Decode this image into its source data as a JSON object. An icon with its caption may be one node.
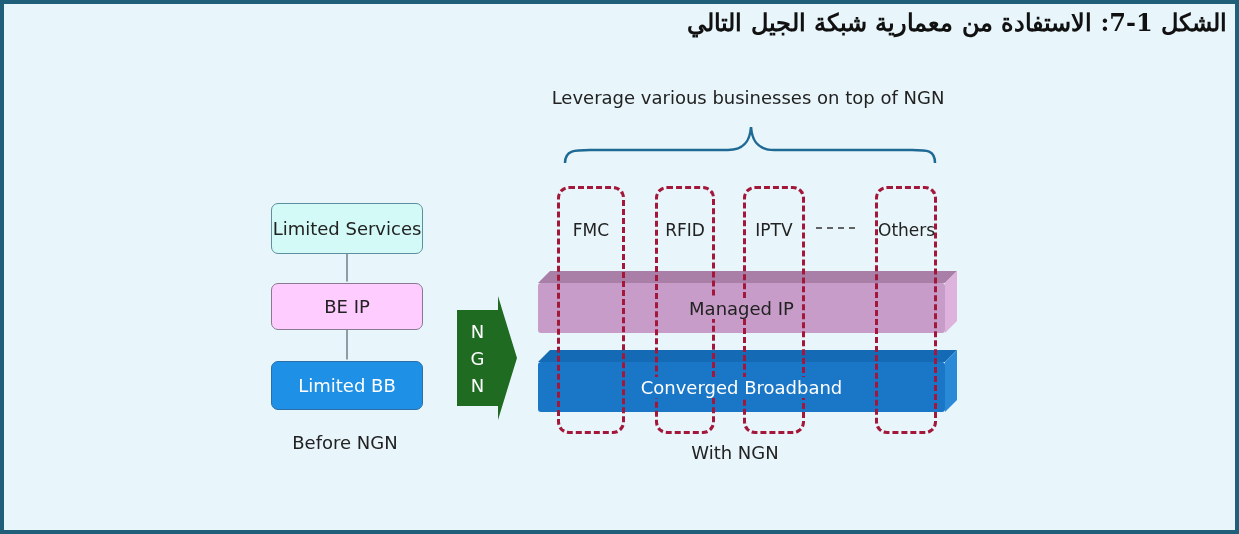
{
  "diagram": {
    "title": "الشكل 1-7: الاستفادة من معمارية شبكة الجيل التالي",
    "nodes": [
      {
        "text": [
          "Limited Services"
        ]
      },
      {
        "text": [
          "BE IP"
        ]
      },
      {
        "text": [
          "Limited BB"
        ]
      },
      {
        "text": [
          "N G N"
        ]
      },
      {
        "text": [
          "FMC"
        ]
      },
      {
        "text": [
          "RFID"
        ]
      },
      {
        "text": [
          "IPTV"
        ]
      },
      {
        "text": [
          "Others"
        ]
      },
      {
        "text": [
          "Managed IP"
        ]
      },
      {
        "text": [
          "Converged Broadband"
        ]
      }
    ],
    "edges": [
      {
        "from": 0,
        "to": 1,
        "arrow": "none"
      },
      {
        "from": 1,
        "to": 2,
        "arrow": "none"
      }
    ],
    "labels": [
      "Leverage various businesses on top of NGN",
      "Before NGN",
      "With NGN"
    ]
  }
}
